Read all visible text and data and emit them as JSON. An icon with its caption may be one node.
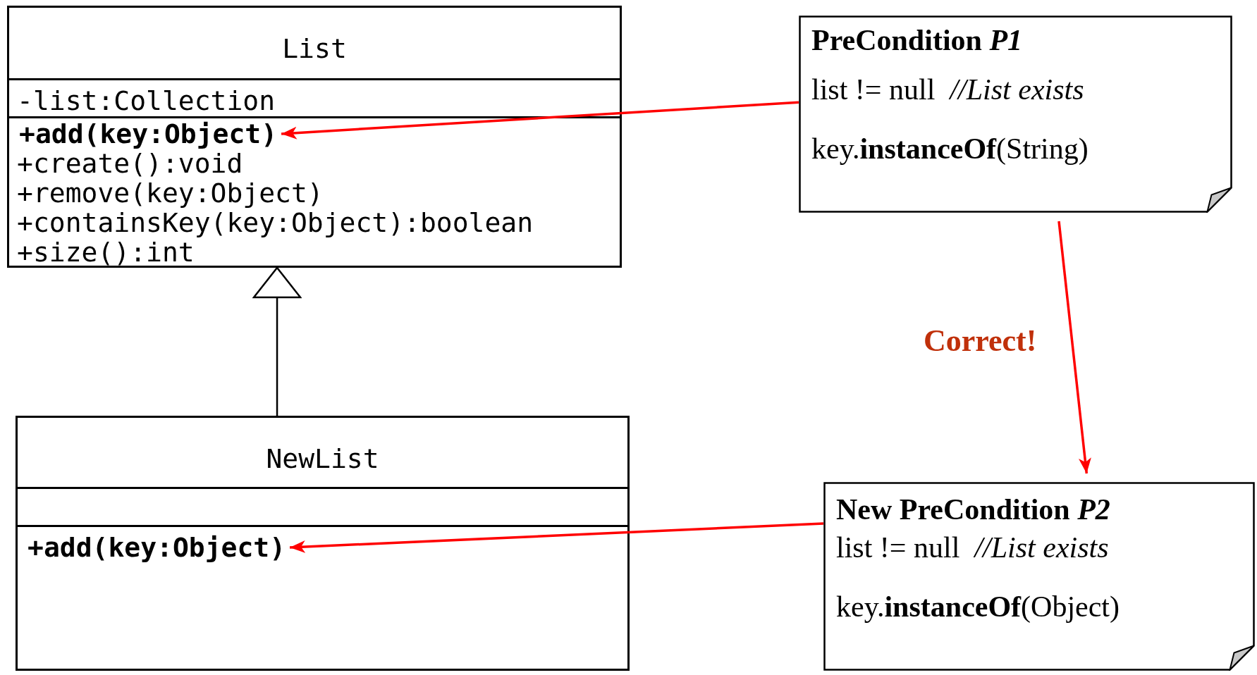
{
  "diagram": {
    "nodes": [
      {
        "text": [
          "List",
          "-list:Collection",
          "+create():void",
          "+remove(key:Object)",
          "+containsKey(key:Object):boolean",
          "+size():int"
        ]
      },
      {
        "text": [
          "+add(key:Object)"
        ],
        "in": 0
      },
      {
        "text": [
          "NewList"
        ]
      },
      {
        "text": [
          "+add(key:Object)"
        ],
        "in": 2
      },
      {
        "text": [
          "PreCondition *P1*",
          "list != null  *//List exists*",
          "key.**instanceOf**(String)"
        ]
      },
      {
        "text": [
          "New PreCondition *P2*",
          "list != null  *//List exists*",
          "key.**instanceOf**(Object)"
        ]
      }
    ],
    "edges": [
      {
        "from": 4,
        "to": 1,
        "arrow": "to"
      },
      {
        "from": 5,
        "to": 3,
        "arrow": "to"
      },
      {
        "from": 2,
        "to": 0,
        "arrow": "to",
        "color": "#000000"
      },
      {
        "from": 4,
        "to": 5,
        "arrow": "to",
        "label": "Correct!"
      }
    ]
  }
}
